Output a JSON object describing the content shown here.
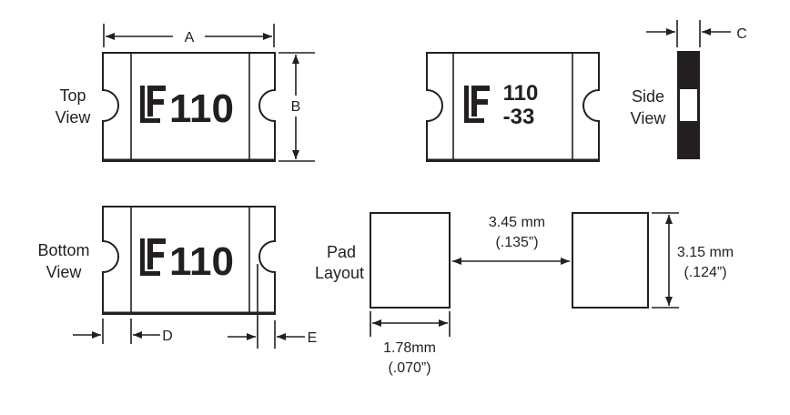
{
  "logo": "LF",
  "top_view": {
    "label_line1": "Top",
    "label_line2": "View",
    "marking": "110",
    "dim_a": "A",
    "dim_b": "B"
  },
  "top_view_alt": {
    "marking_line1": "110",
    "marking_line2": "-33"
  },
  "side_view": {
    "label_line1": "Side",
    "label_line2": "View",
    "dim_c": "C"
  },
  "bottom_view": {
    "label_line1": "Bottom",
    "label_line2": "View",
    "marking": "110",
    "dim_d": "D",
    "dim_e": "E"
  },
  "pad_layout": {
    "label_line1": "Pad",
    "label_line2": "Layout",
    "spacing_mm": "3.45 mm",
    "spacing_in": "(.135”)",
    "height_mm": "3.15 mm",
    "height_in": "(.124”)",
    "width_mm": "1.78mm",
    "width_in": "(.070”)"
  }
}
